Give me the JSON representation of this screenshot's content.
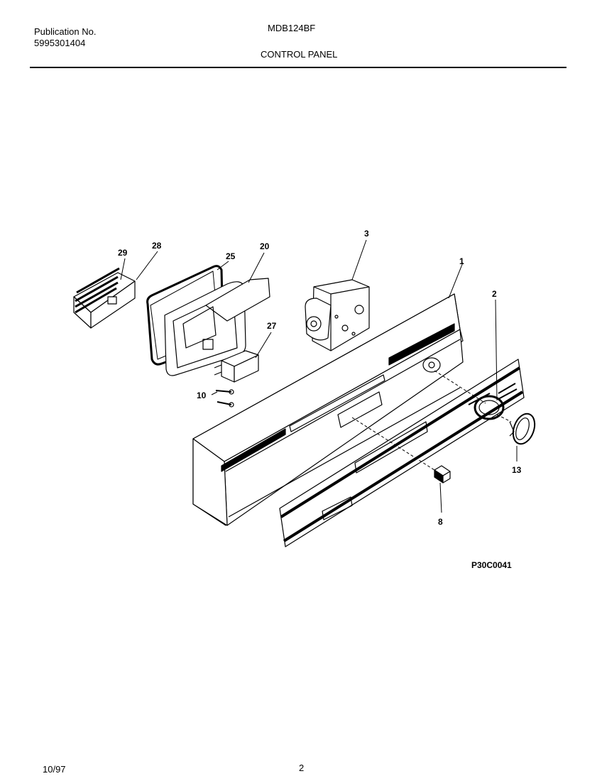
{
  "header": {
    "publication_label": "Publication No.",
    "publication_number": "5995301404",
    "model": "MDB124BF",
    "section_title": "CONTROL PANEL"
  },
  "diagram": {
    "callouts": [
      "29",
      "28",
      "25",
      "20",
      "3",
      "1",
      "27",
      "2",
      "10",
      "13",
      "8"
    ],
    "figure_code": "P30C0041"
  },
  "footer": {
    "date": "10/97",
    "page": "2"
  }
}
